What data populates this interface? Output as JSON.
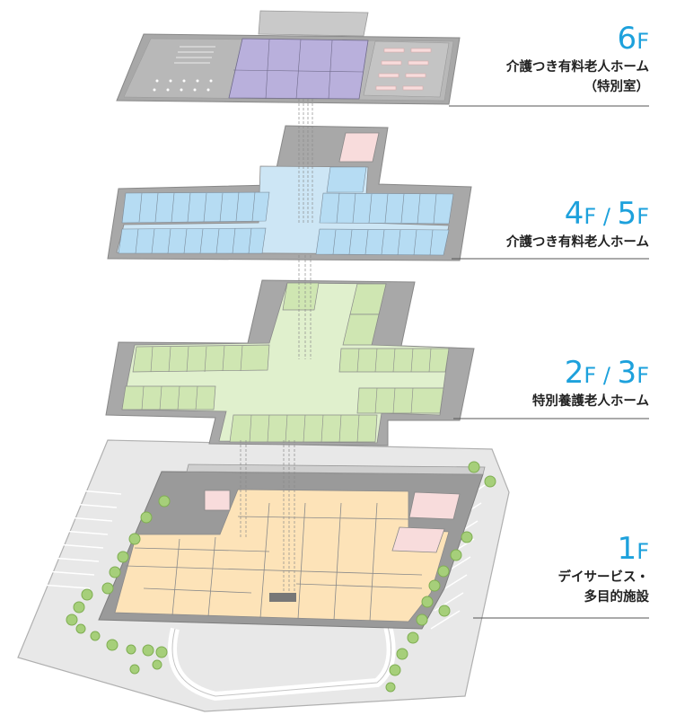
{
  "floors": [
    {
      "level": "6",
      "unit": "F",
      "line1": "介護つき有料老人ホーム",
      "line2": "（特別室）"
    },
    {
      "level": "4",
      "unit": "F",
      "sep": " / ",
      "level2": "5",
      "unit2": "F",
      "line1": "介護つき有料老人ホーム"
    },
    {
      "level": "2",
      "unit": "F",
      "sep": " / ",
      "level2": "3",
      "unit2": "F",
      "line1": "特別養護老人ホーム"
    },
    {
      "level": "1",
      "unit": "F",
      "line1": "デイサービス・",
      "line2": "多目的施設"
    }
  ],
  "colors": {
    "accent": "#1da1dc",
    "floor6": "#b9b0dc",
    "floor45": "#b6dcf3",
    "floor23": "#cfe6b2",
    "floor1": "#fde3b8",
    "pink": "#f8dcdc",
    "structure": "#a8a8a8",
    "site": "#e6e6e6",
    "tree": "#a6cf7a"
  }
}
